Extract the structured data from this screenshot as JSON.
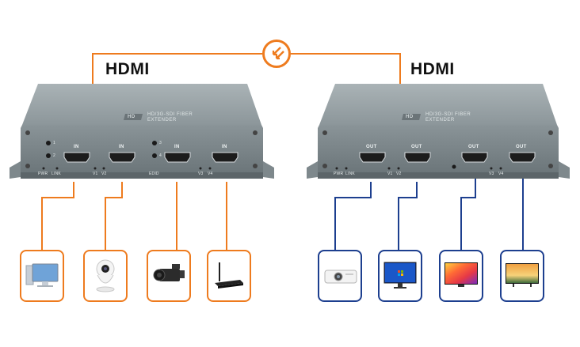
{
  "titles": {
    "left": "HDMI",
    "right": "HDMI"
  },
  "transmitter": {
    "brand_badge": "HD",
    "model_line1": "HD/3G-SDI FIBER",
    "model_line2": "EXTENDER",
    "port_labels": [
      "IN",
      "IN",
      "IN",
      "IN"
    ],
    "led_labels": [
      "1",
      "2",
      "3",
      "4"
    ],
    "bottom_labels": {
      "pwr": "PWR",
      "link": "LINK",
      "v1": "V1",
      "v2": "V2",
      "edid": "EDID",
      "v3": "V3",
      "v4": "V4"
    }
  },
  "receiver": {
    "brand_badge": "HD",
    "model_line1": "HD/3G-SDI FIBER",
    "model_line2": "EXTENDER",
    "port_labels": [
      "OUT",
      "OUT",
      "OUT",
      "OUT"
    ],
    "bottom_labels": {
      "pwr": "PWR",
      "link": "LINK",
      "v1": "V1",
      "v2": "V2",
      "v3": "V3",
      "v4": "V4"
    }
  },
  "sources": [
    {
      "icon": "desktop-computer-icon"
    },
    {
      "icon": "security-camera-icon"
    },
    {
      "icon": "camcorder-icon"
    },
    {
      "icon": "tv-box-icon"
    }
  ],
  "displays": [
    {
      "icon": "projector-icon"
    },
    {
      "icon": "monitor-icon"
    },
    {
      "icon": "display-colorful-icon"
    },
    {
      "icon": "tv-landscape-icon"
    }
  ],
  "colors": {
    "source_line": "#ee7b1e",
    "display_line": "#1d3f8f",
    "chassis": "#7d888c"
  }
}
